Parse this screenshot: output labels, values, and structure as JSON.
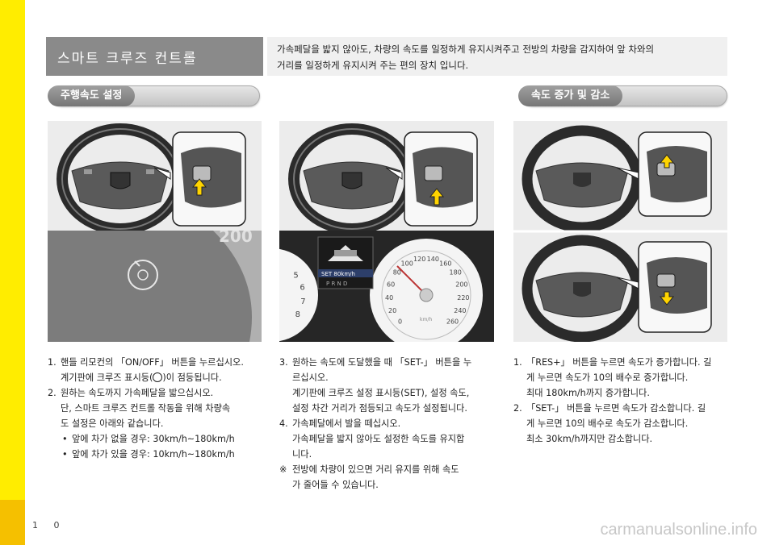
{
  "page": {
    "number": "1 0"
  },
  "header": {
    "title": "스마트 크루즈 컨트롤",
    "intro_line1": "가속페달을 밟지 않아도, 차량의 속도를 일정하게 유지시켜주고 전방의 차량을 감지하여 앞 차와의",
    "intro_line2": "거리를 일정하게 유지시켜 주는 편의 장치 입니다."
  },
  "sections": {
    "left_title": "주행속도 설정",
    "right_title": "속도 증가 및 감소"
  },
  "col1": {
    "i1_num": "1.",
    "i1_line1": "핸들 리모컨의 「ON/OFF」 버튼을 누르십시오.",
    "i1_line2_a": "계기판에 크루즈 표시등(",
    "i1_line2_b": ")이 점등됩니다.",
    "i2_num": "2.",
    "i2_line1": "원하는 속도까지 가속페달을 밟으십시오.",
    "i2_line2": "단, 스마트 크루즈 컨트롤 작동을 위해 차량속",
    "i2_line3": "도 설정은 아래와 같습니다.",
    "b1": "앞에 차가 없을 경우: 30km/h~180km/h",
    "b2": "앞에 차가 있을 경우: 10km/h~180km/h",
    "bullet_char": "•"
  },
  "col2": {
    "i3_num": "3.",
    "i3_line1": "원하는 속도에 도달했을 때 「SET-」 버튼을 누",
    "i3_line2": "르십시오.",
    "i3_line3": "계기판에 크루즈 설정 표시등(SET), 설정 속도,",
    "i3_line4": "설정 차간 거리가 점등되고 속도가 설정됩니다.",
    "i4_num": "4.",
    "i4_line1": "가속페달에서 발을 떼십시오.",
    "i4_line2": "가속페달을 밟지 않아도 설정한 속도를 유지합",
    "i4_line3": "니다.",
    "note_mark": "※",
    "note_line1": "전방에 차량이 있으면 거리 유지를 위해 속도",
    "note_line2": "가 줄어들 수 있습니다."
  },
  "col3": {
    "i1_num": "1.",
    "i1_line1": "「RES+」 버튼을 누르면 속도가 증가합니다. 길",
    "i1_line2": "게 누르면 속도가 10의 배수로 증가합니다.",
    "i1_line3": "최대 180km/h까지 증가합니다.",
    "i2_num": "2.",
    "i2_line1": "「SET-」 버튼을 누르면 속도가 감소합니다. 길",
    "i2_line2": "게 누르면 10의 배수로 속도가 감소합니다.",
    "i2_line3": "최소 30km/h까지만 감소합니다."
  },
  "cluster": {
    "left_gauge_partial": "200",
    "left_nums": [
      "5",
      "6",
      "7",
      "8"
    ],
    "speed_ticks": [
      "0",
      "20",
      "40",
      "60",
      "80",
      "100",
      "120",
      "140",
      "160",
      "180",
      "200",
      "220",
      "240",
      "260"
    ],
    "set_text": "SET 80km/h",
    "gear_text": "P R N D",
    "unit": "km/h"
  },
  "watermark": "carmanualsonline.info"
}
